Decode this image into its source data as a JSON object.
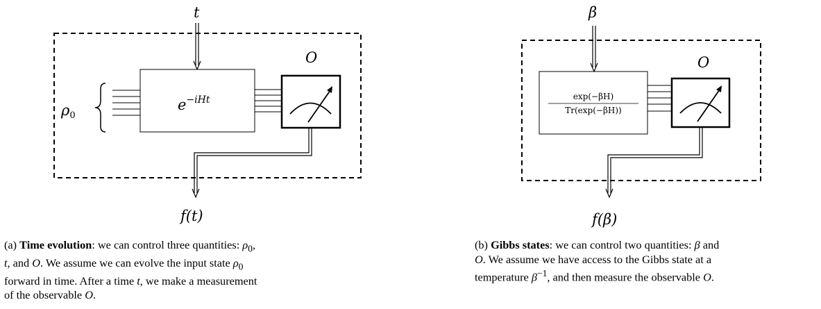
{
  "panel_a": {
    "input_label": "t",
    "state_label": "ρ",
    "state_subscript": "0",
    "gate_label_base": "e",
    "gate_label_exponent": "−iHt",
    "observable_label": "O",
    "output_label": "f(t)",
    "caption": {
      "prefix": "(a) ",
      "title": "Time evolution",
      "text_1": ": we can control three quantities: ",
      "rho": "ρ",
      "rho_sub": "0",
      "text_2": ", ",
      "t": "t",
      "text_3": ", and ",
      "O": "O",
      "text_4": ". We assume we can evolve the input state ",
      "rho_2": "ρ",
      "rho_sub_2": "0",
      "text_5": " forward in time. After a time ",
      "t_2": "t",
      "text_6": ", we make a measurement of the observable ",
      "O_2": "O",
      "text_7": "."
    }
  },
  "panel_b": {
    "input_label": "β",
    "numerator": "exp(−βH)",
    "denominator": "Tr(exp(−βH))",
    "observable_label": "O",
    "output_label": "f(β)",
    "caption": {
      "prefix": "(b) ",
      "title": "Gibbs states",
      "text_1": ": we can control two quantities: ",
      "beta": "β",
      "text_2": " and ",
      "O": "O",
      "text_3": ". We assume we have access to the Gibbs state at a temperature ",
      "beta_2": "β",
      "beta_exp": "−1",
      "text_4": ", and then measure the observable ",
      "O_2": "O",
      "text_5": "."
    }
  }
}
